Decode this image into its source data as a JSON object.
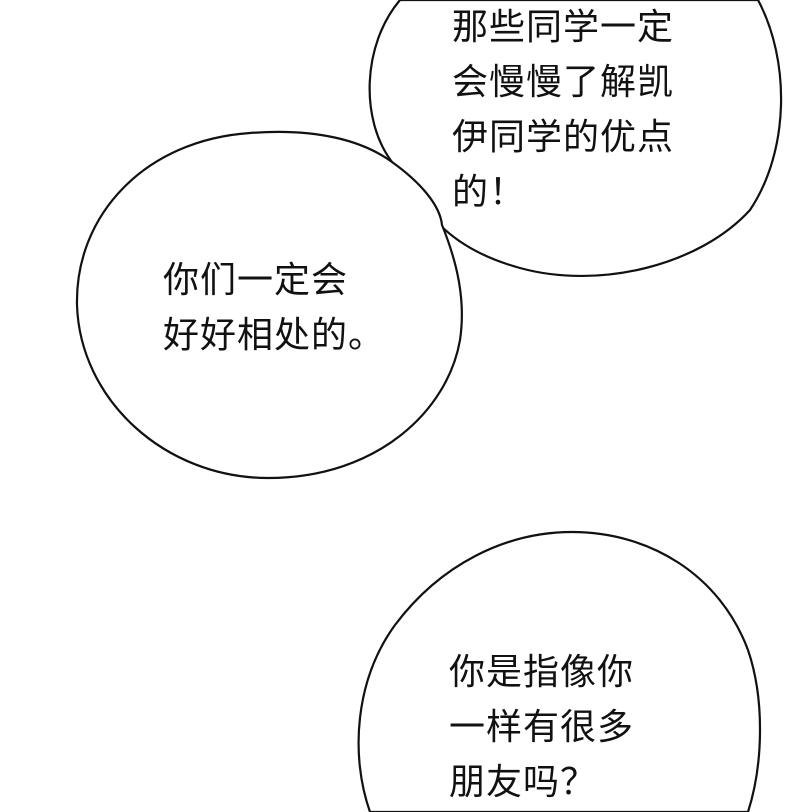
{
  "panel": {
    "bubbles": [
      {
        "lines": [
          "那些同学一定",
          "会慢慢了解凯",
          "伊同学的优点",
          "的！"
        ]
      },
      {
        "lines": [
          "你们一定会",
          "好好相处的。"
        ]
      },
      {
        "lines": [
          "你是指像你",
          "一样有很多",
          "朋友吗？"
        ]
      }
    ]
  },
  "colors": {
    "background": "#ffffff",
    "bubble_fill": "#ffffff",
    "bubble_outline": "#111111",
    "text": "#111111"
  }
}
